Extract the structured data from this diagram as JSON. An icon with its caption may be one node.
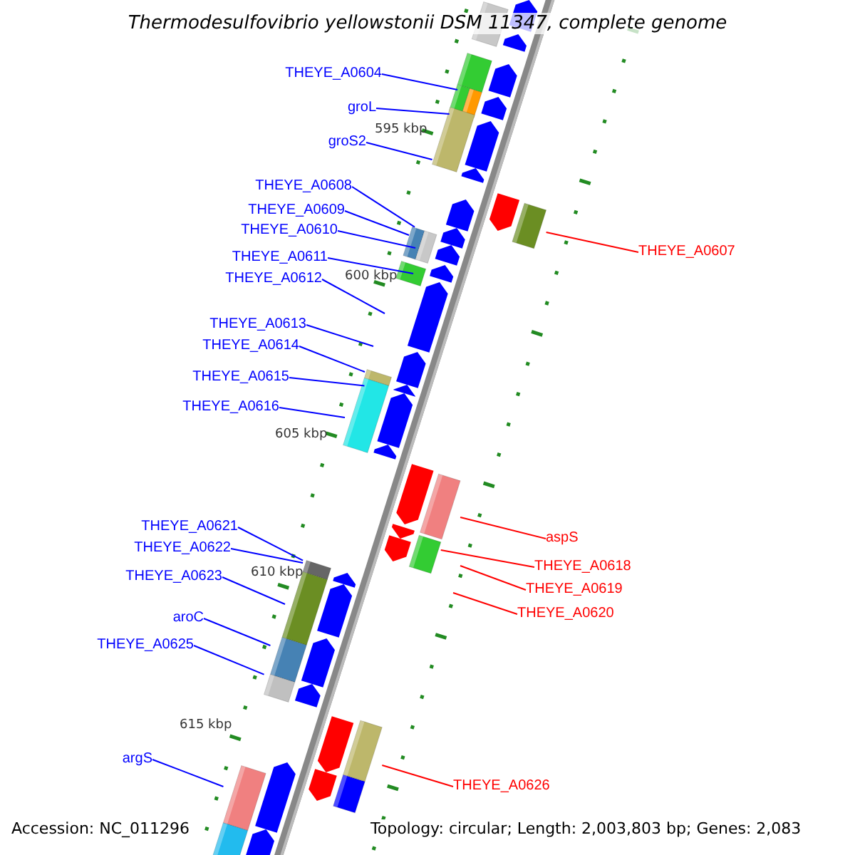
{
  "diagram": {
    "title": "Thermodesulfovibrio yellowstonii DSM 11347, complete genome",
    "nodes": [
      {
        "text": [
          "THEYE_A0604"
        ]
      },
      {
        "text": [
          "groL"
        ]
      },
      {
        "text": [
          "groS2"
        ]
      },
      {
        "text": [
          "THEYE_A0608"
        ]
      },
      {
        "text": [
          "THEYE_A0609"
        ]
      },
      {
        "text": [
          "THEYE_A0610"
        ]
      },
      {
        "text": [
          "THEYE_A0611"
        ]
      },
      {
        "text": [
          "THEYE_A0612"
        ]
      },
      {
        "text": [
          "THEYE_A0607"
        ]
      },
      {
        "text": [
          "THEYE_A0613"
        ]
      },
      {
        "text": [
          "THEYE_A0614"
        ]
      },
      {
        "text": [
          "THEYE_A0615"
        ]
      },
      {
        "text": [
          "THEYE_A0616"
        ]
      },
      {
        "text": [
          "THEYE_A0621"
        ]
      },
      {
        "text": [
          "aspS"
        ]
      },
      {
        "text": [
          "THEYE_A0622"
        ]
      },
      {
        "text": [
          "THEYE_A0618"
        ]
      },
      {
        "text": [
          "THEYE_A0623"
        ]
      },
      {
        "text": [
          "THEYE_A0619"
        ]
      },
      {
        "text": [
          "THEYE_A0620"
        ]
      },
      {
        "text": [
          "aroC"
        ]
      },
      {
        "text": [
          "THEYE_A0625"
        ]
      },
      {
        "text": [
          "argS"
        ]
      },
      {
        "text": [
          "THEYE_A0626"
        ]
      },
      {
        "text": [],
        "shape": "box"
      },
      {
        "text": [],
        "shape": "box"
      },
      {
        "text": [],
        "shape": "box"
      },
      {
        "text": [],
        "shape": "box"
      },
      {
        "text": [],
        "shape": "box"
      },
      {
        "text": [],
        "shape": "box"
      },
      {
        "text": [],
        "shape": "box"
      },
      {
        "text": [],
        "shape": "box"
      },
      {
        "text": [],
        "shape": "box"
      },
      {
        "text": [],
        "shape": "box"
      },
      {
        "text": [],
        "shape": "box"
      },
      {
        "text": [],
        "shape": "box"
      },
      {
        "text": [],
        "shape": "box"
      },
      {
        "text": [],
        "shape": "box"
      },
      {
        "text": [],
        "shape": "box"
      },
      {
        "text": [],
        "shape": "box"
      },
      {
        "text": [],
        "shape": "box"
      }
    ],
    "edges": [
      {
        "from": 0,
        "to": 24,
        "arrow": "none"
      },
      {
        "from": 1,
        "to": 25,
        "arrow": "none"
      },
      {
        "from": 2,
        "to": 26,
        "arrow": "none"
      },
      {
        "from": 3,
        "to": 27,
        "arrow": "none"
      },
      {
        "from": 4,
        "to": 27,
        "arrow": "none"
      },
      {
        "from": 5,
        "to": 28,
        "arrow": "none"
      },
      {
        "from": 6,
        "to": 29,
        "arrow": "none"
      },
      {
        "from": 7,
        "to": null,
        "arrow": "none"
      },
      {
        "from": 8,
        "to": 30,
        "arrow": "none",
        "color": "#ff0000"
      },
      {
        "from": 9,
        "to": null,
        "arrow": "none"
      },
      {
        "from": 10,
        "to": 31,
        "arrow": "none"
      },
      {
        "from": 11,
        "to": 31,
        "arrow": "none"
      },
      {
        "from": 12,
        "to": 32,
        "arrow": "none"
      },
      {
        "from": 13,
        "to": 33,
        "arrow": "none"
      },
      {
        "from": 14,
        "to": 34,
        "arrow": "none",
        "color": "#ff0000"
      },
      {
        "from": 15,
        "to": 33,
        "arrow": "none"
      },
      {
        "from": 16,
        "to": 35,
        "arrow": "none",
        "color": "#ff0000"
      },
      {
        "from": 17,
        "to": 36,
        "arrow": "none"
      },
      {
        "from": 18,
        "to": null,
        "arrow": "none",
        "color": "#ff0000"
      },
      {
        "from": 19,
        "to": null,
        "arrow": "none",
        "color": "#ff0000"
      },
      {
        "from": 20,
        "to": 37,
        "arrow": "none"
      },
      {
        "from": 21,
        "to": 38,
        "arrow": "none"
      },
      {
        "from": 22,
        "to": 39,
        "arrow": "none"
      },
      {
        "from": 23,
        "to": 40,
        "arrow": "none",
        "color": "#ff0000"
      }
    ],
    "labels": [
      "595 kbp",
      "600 kbp",
      "605 kbp",
      "610 kbp",
      "615 kbp",
      "Accession: NC_011296",
      "Topology: circular; Length: 2,003,803 bp; Genes: 2,083"
    ]
  }
}
